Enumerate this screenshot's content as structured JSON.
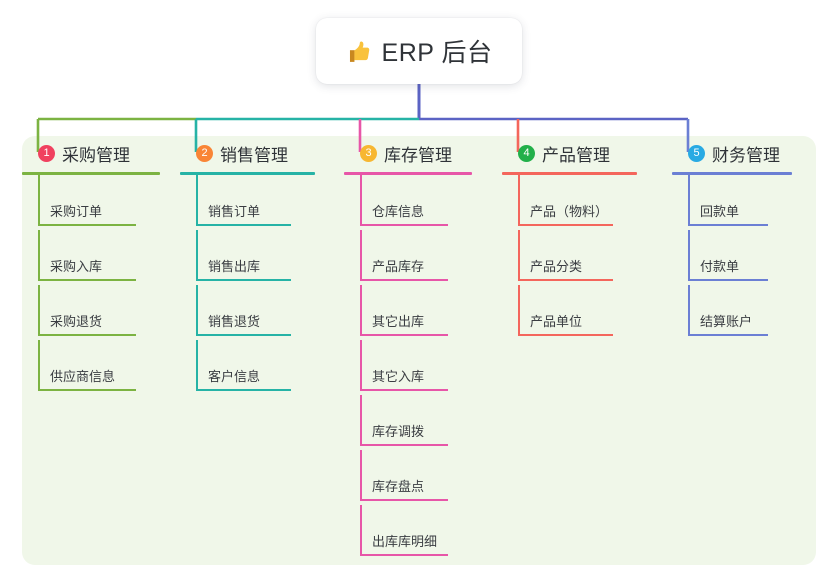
{
  "root": {
    "icon": "thumbs-up-icon",
    "title": "ERP 后台"
  },
  "panel": {
    "background_color": "#f0f7e9"
  },
  "columns": [
    {
      "index": "1",
      "title": "采购管理",
      "badge_color": "#f0415f",
      "line_color": "#7cb342",
      "connector_color": "#7cb342",
      "items": [
        "采购订单",
        "采购入库",
        "采购退货",
        "供应商信息"
      ]
    },
    {
      "index": "2",
      "title": "销售管理",
      "badge_color": "#f98536",
      "line_color": "#26b3a6",
      "connector_color": "#26b3a6",
      "items": [
        "销售订单",
        "销售出库",
        "销售退货",
        "客户信息"
      ]
    },
    {
      "index": "3",
      "title": "库存管理",
      "badge_color": "#f7b731",
      "line_color": "#e756a8",
      "connector_color": "#e756a8",
      "items": [
        "仓库信息",
        "产品库存",
        "其它出库",
        "其它入库",
        "库存调拨",
        "库存盘点",
        "出库库明细"
      ]
    },
    {
      "index": "4",
      "title": "产品管理",
      "badge_color": "#22b04a",
      "line_color": "#f4665c",
      "connector_color": "#f4665c",
      "items": [
        "产品（物料）",
        "产品分类",
        "产品单位"
      ]
    },
    {
      "index": "5",
      "title": "财务管理",
      "badge_color": "#29aae3",
      "line_color": "#6b7fd4",
      "connector_color": "#6b7fd4",
      "items": [
        "回款单",
        "付款单",
        "结算账户"
      ]
    }
  ],
  "connectors": {
    "root_stem_color": "#5b63c4",
    "bus_left_color": "#7cb342",
    "bus_mid_color": "#26b3a6",
    "bus_right_color": "#5b63c4"
  }
}
